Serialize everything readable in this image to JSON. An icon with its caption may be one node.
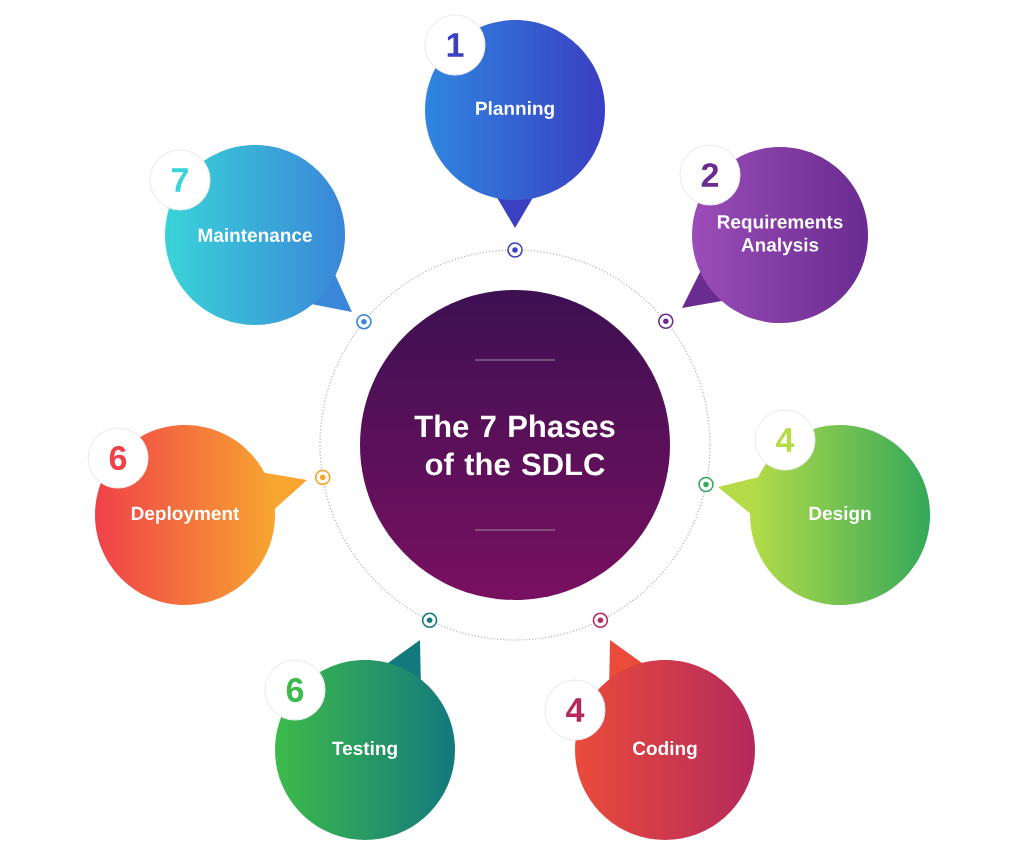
{
  "diagram": {
    "nodes": [
      {
        "text": [
          "The 7 Phases of the SDLC"
        ]
      },
      {
        "text": [
          "1"
        ]
      },
      {
        "text": [
          "Planning"
        ]
      },
      {
        "text": [
          "2"
        ]
      },
      {
        "text": [
          "Requirements Analysis"
        ]
      },
      {
        "text": [
          "4"
        ]
      },
      {
        "text": [
          "Design"
        ]
      },
      {
        "text": [
          "4"
        ]
      },
      {
        "text": [
          "Coding"
        ]
      },
      {
        "text": [
          "6"
        ]
      },
      {
        "text": [
          "Testing"
        ]
      },
      {
        "text": [
          "6"
        ]
      },
      {
        "text": [
          "Deployment"
        ]
      },
      {
        "text": [
          "7"
        ]
      },
      {
        "text": [
          "Maintenance"
        ]
      }
    ]
  }
}
